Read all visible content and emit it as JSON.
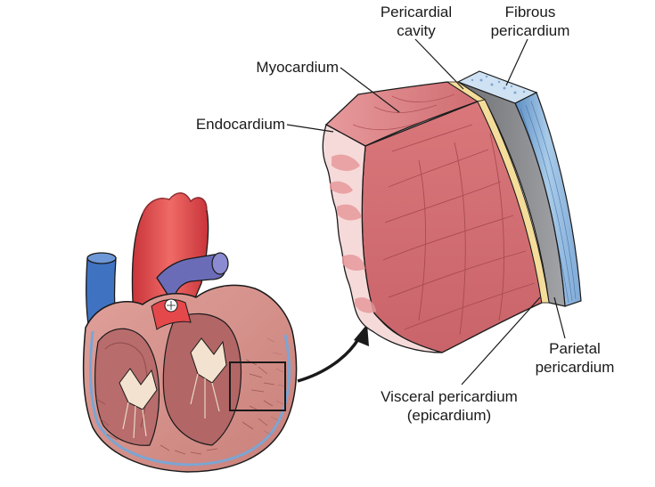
{
  "labels": {
    "pericardial_cavity": [
      "Pericardial",
      "cavity"
    ],
    "fibrous_pericardium": [
      "Fibrous",
      "pericardium"
    ],
    "myocardium": "Myocardium",
    "endocardium": "Endocardium",
    "parietal_pericardium": [
      "Parietal",
      "pericardium"
    ],
    "visceral_pericardium": [
      "Visceral pericardium",
      "(epicardium)"
    ]
  },
  "colors": {
    "muscle": "#d9777b",
    "muscle_dark": "#b9585d",
    "muscle_light": "#eea4a6",
    "endocardium_pink": "#f2c9c9",
    "epicardium_yellow": "#f4dd9a",
    "pericardial_cavity_gray": "#8e8f93",
    "fibrous_blue": "#8fb8dc",
    "aorta_red": "#e5484a",
    "vena_cava_blue": "#3f73c2",
    "pulmonary_purple": "#6b6cb8",
    "ink": "#1a1a1a"
  }
}
